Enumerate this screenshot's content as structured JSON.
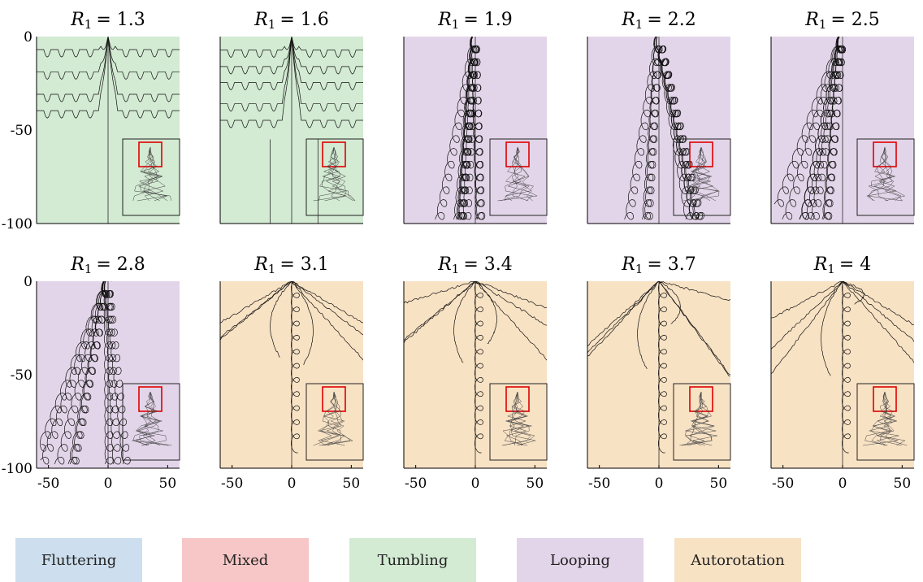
{
  "chart_data": {
    "type": "trajectory-grid",
    "axes": {
      "x_ticks": [
        -50,
        0,
        50
      ],
      "y_ticks": [
        0,
        -50,
        -100
      ],
      "xlim": [
        -60,
        60
      ],
      "ylim": [
        -100,
        0
      ]
    },
    "panels": [
      {
        "title_symbol": "R",
        "title_sub": "1",
        "title_value": "= 1.3",
        "regime": "Tumbling"
      },
      {
        "title_symbol": "R",
        "title_sub": "1",
        "title_value": "= 1.6",
        "regime": "Tumbling"
      },
      {
        "title_symbol": "R",
        "title_sub": "1",
        "title_value": "= 1.9",
        "regime": "Looping"
      },
      {
        "title_symbol": "R",
        "title_sub": "1",
        "title_value": "= 2.2",
        "regime": "Looping"
      },
      {
        "title_symbol": "R",
        "title_sub": "1",
        "title_value": "= 2.5",
        "regime": "Looping"
      },
      {
        "title_symbol": "R",
        "title_sub": "1",
        "title_value": "= 2.8",
        "regime": "Looping"
      },
      {
        "title_symbol": "R",
        "title_sub": "1",
        "title_value": "= 3.1",
        "regime": "Autorotation"
      },
      {
        "title_symbol": "R",
        "title_sub": "1",
        "title_value": "= 3.4",
        "regime": "Autorotation"
      },
      {
        "title_symbol": "R",
        "title_sub": "1",
        "title_value": "= 3.7",
        "regime": "Autorotation"
      },
      {
        "title_symbol": "R",
        "title_sub": "1",
        "title_value": "= 4",
        "regime": "Autorotation"
      }
    ]
  },
  "legend": [
    {
      "label": "Fluttering",
      "color": "#cddfee"
    },
    {
      "label": "Mixed",
      "color": "#f7c7c7"
    },
    {
      "label": "Tumbling",
      "color": "#d3ead3"
    },
    {
      "label": "Looping",
      "color": "#e3d5e9"
    },
    {
      "label": "Autorotation",
      "color": "#f8e2c4"
    }
  ],
  "colors": {
    "trajectory": "#111111",
    "inset_box": "#e00000",
    "axis": "#000000"
  }
}
